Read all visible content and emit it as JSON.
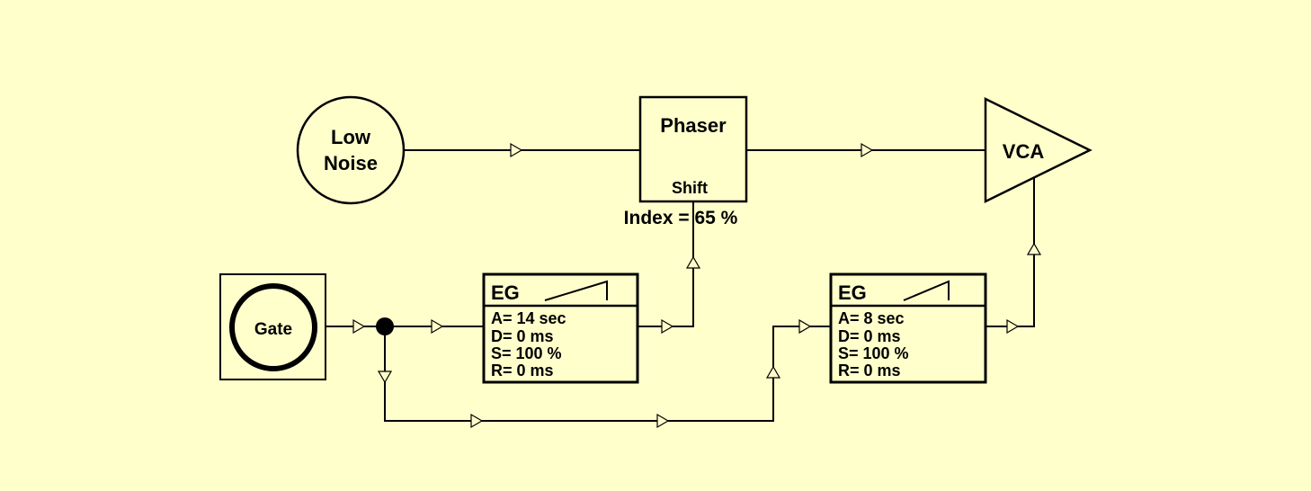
{
  "noise": {
    "line1": "Low",
    "line2": "Noise"
  },
  "phaser": {
    "title": "Phaser",
    "input_label": "Shift",
    "param": "Index = 65 %"
  },
  "vca": {
    "label": "VCA"
  },
  "gate": {
    "label": "Gate"
  },
  "eg1": {
    "title": "EG",
    "params": [
      "A= 14 sec",
      "D= 0 ms",
      "S= 100 %",
      "R= 0 ms"
    ]
  },
  "eg2": {
    "title": "EG",
    "params": [
      "A= 8 sec",
      "D= 0 ms",
      "S= 100 %",
      "R= 0 ms"
    ]
  },
  "colors": {
    "background": "#ffffcc",
    "line": "#000000"
  }
}
